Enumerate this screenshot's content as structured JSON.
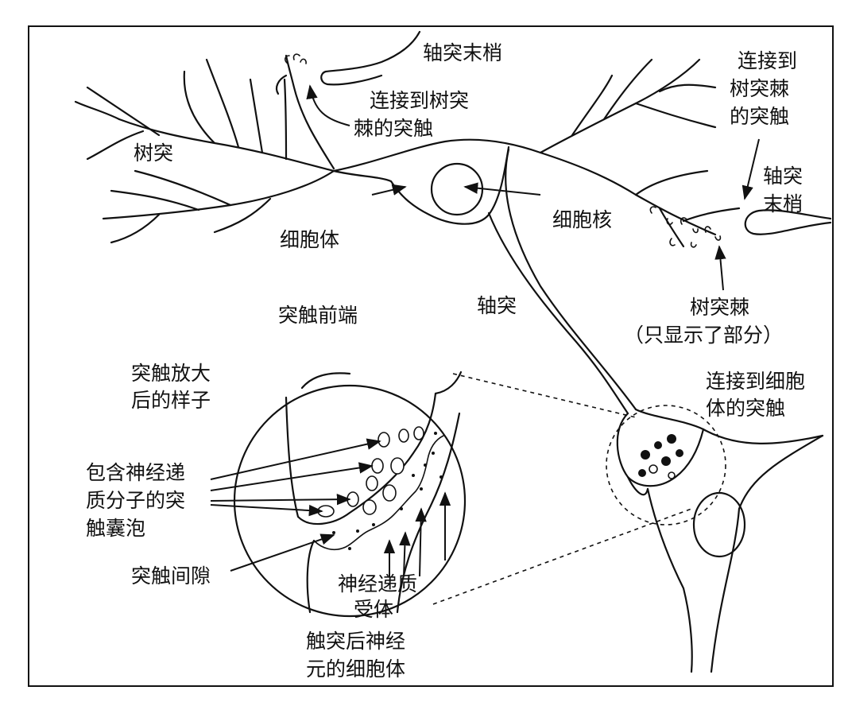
{
  "labels": {
    "axon_terminal_top": "轴突末梢",
    "synapse_to_spine_left": [
      "连接到树突",
      "棘的突触"
    ],
    "dendrites": "树突",
    "soma": "细胞体",
    "nucleus": "细胞核",
    "axon": "轴突",
    "synapse_to_spine_right": [
      "连接到",
      "树突棘",
      "的突触"
    ],
    "axon_terminal_right": [
      "轴突",
      "末梢"
    ],
    "dendritic_spines": [
      "树突棘",
      "（只显示了部分）"
    ],
    "presynaptic": "突触前端",
    "magnified": [
      "突触放大",
      "后的样子"
    ],
    "synaptic_vesicles": [
      "包含神经递",
      "质分子的突",
      "触囊泡"
    ],
    "synaptic_cleft": "突触间隙",
    "receptors": [
      "神经递质",
      "受体"
    ],
    "postsynaptic": [
      "触突后神经",
      "元的细胞体"
    ],
    "synapse_to_soma": [
      "连接到细胞",
      "体的突触"
    ]
  },
  "colors": {
    "ink": "#111111",
    "background": "#ffffff"
  }
}
